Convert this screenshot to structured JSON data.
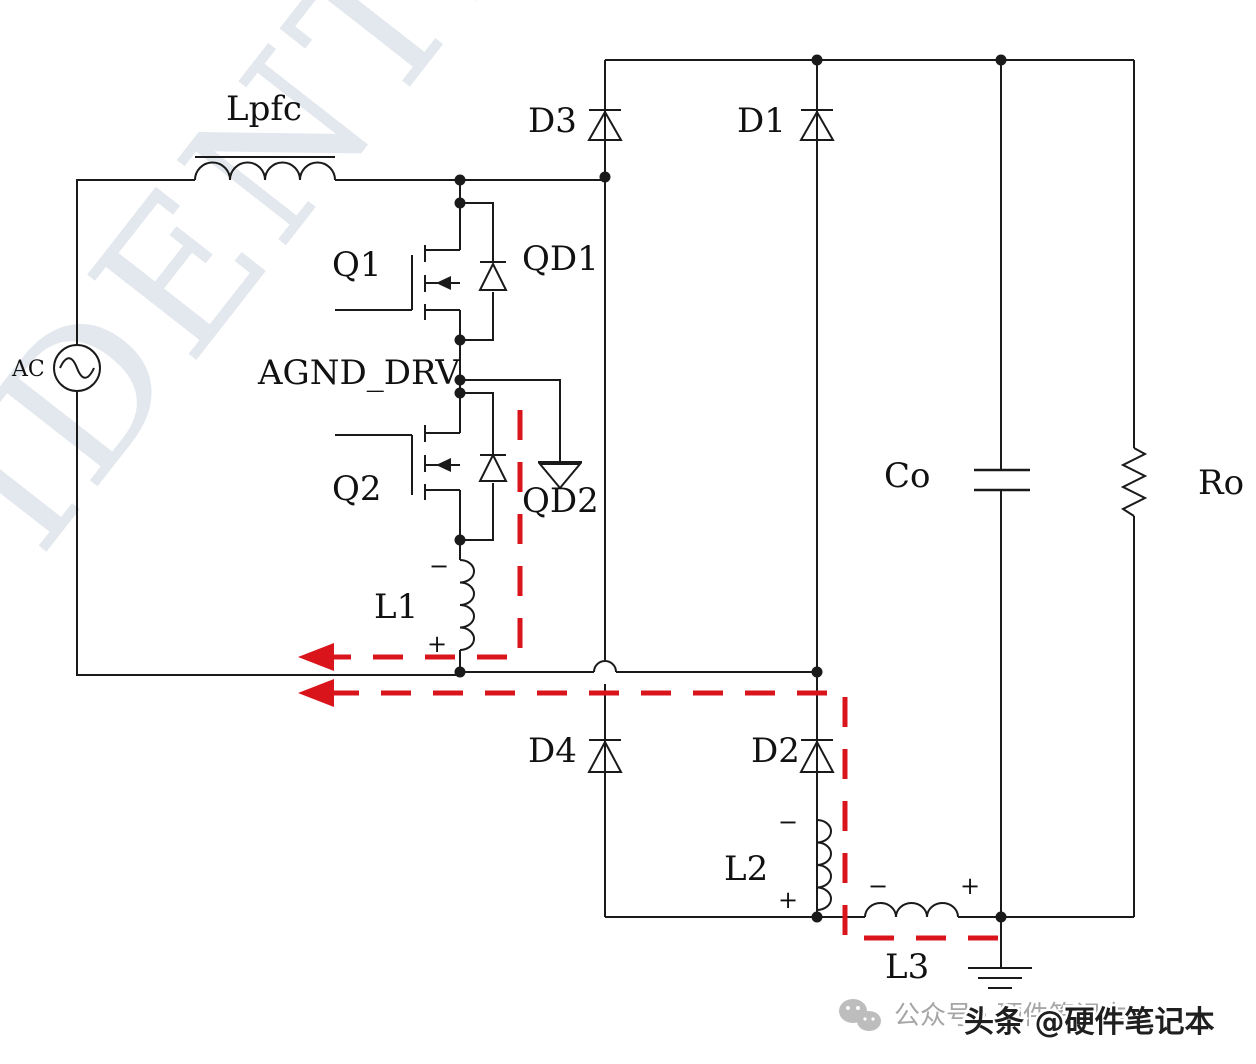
{
  "colors": {
    "wire": "#1a1a1a",
    "current_path": "#d9141b",
    "watermark": "#e3e8ee",
    "footer_gray": "#9a9a9a",
    "footer_dark": "#222222"
  },
  "labels": {
    "lpfc": "Lpfc",
    "ac": "AC",
    "q1": "Q1",
    "qd1": "QD1",
    "agnd_drv": "AGND_DRV",
    "q2": "Q2",
    "qd2": "QD2",
    "l1": "L1",
    "d3": "D3",
    "d1": "D1",
    "d4": "D4",
    "d2": "D2",
    "l2": "L2",
    "l3": "L3",
    "co": "Co",
    "ro": "Ro",
    "minus": "−",
    "plus": "+"
  },
  "watermark": {
    "text": "IDENTIAL"
  },
  "footer": {
    "wechat_icon": "wechat-icon",
    "gray_text": "公众号 · 硬件笔记本",
    "bold_text": "头条 @硬件笔记本"
  }
}
